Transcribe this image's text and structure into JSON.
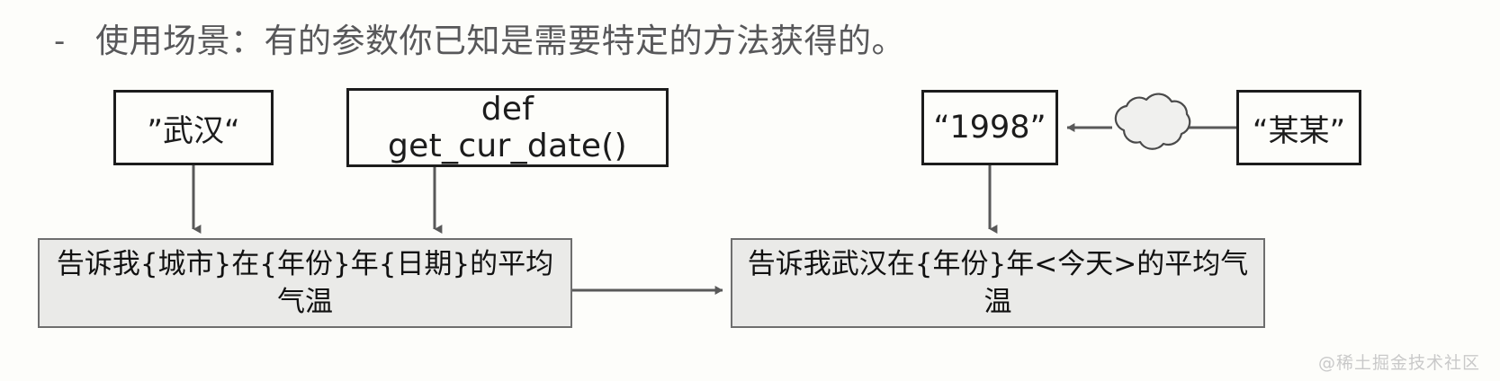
{
  "heading": {
    "bullet": "-",
    "text": "使用场景：有的参数你已知是需要特定的方法获得的。"
  },
  "nodes": {
    "city": {
      "label": "”武汉“"
    },
    "func": {
      "label": "def get_cur_date()"
    },
    "year": {
      "label": "“1998”"
    },
    "someone": {
      "label": "“某某”"
    },
    "template": {
      "label": "告诉我{城市}在{年份}年{日期}的平均气温"
    },
    "result": {
      "label": "告诉我武汉在{年份}年<今天>的平均气温"
    }
  },
  "shapes": {
    "cloud": {
      "name": "cloud-shape"
    }
  },
  "connectors": [
    {
      "name": "city-to-template",
      "from": "city",
      "to": "template",
      "style": "arrow-down"
    },
    {
      "name": "func-to-template",
      "from": "func",
      "to": "template",
      "style": "arrow-down"
    },
    {
      "name": "year-to-result",
      "from": "year",
      "to": "result",
      "style": "arrow-down"
    },
    {
      "name": "someone-to-cloud-to-year",
      "from": "someone",
      "to": "year",
      "style": "arrow-left-through-cloud"
    },
    {
      "name": "template-to-result",
      "from": "template",
      "to": "result",
      "style": "arrow-right"
    }
  ],
  "watermark": {
    "text": "@稀土掘金技术社区"
  },
  "colors": {
    "background": "#fdfdfa",
    "heading_text": "#58585a",
    "box_border_dark": "#1c1c1c",
    "box_fill_white": "#fdfdfa",
    "box_fill_gray": "#eaeae8",
    "box_border_gray": "#6e6e6e",
    "connector": "#595959",
    "cloud_fill": "#f0f0ee",
    "cloud_stroke": "#4a4a4a",
    "watermark": "#c9c9c9"
  }
}
